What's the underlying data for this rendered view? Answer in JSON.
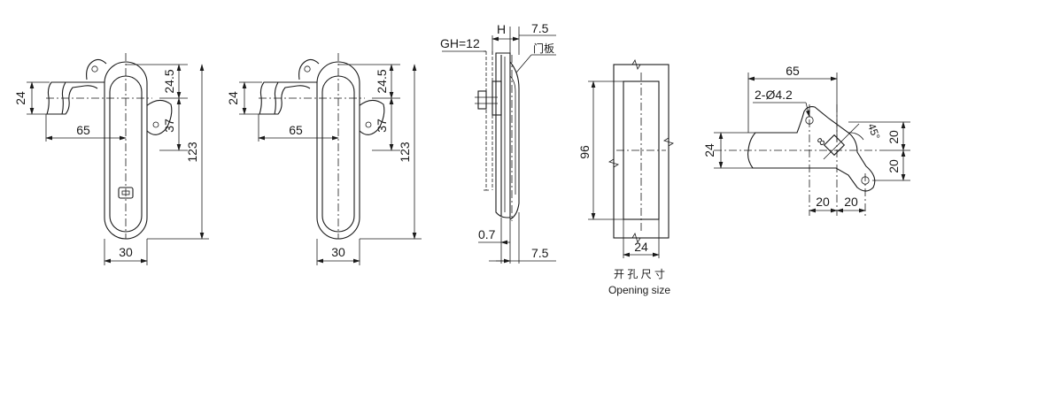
{
  "front_view": {
    "d_height": "24",
    "d_reach": "65",
    "d_top": "24.5",
    "d_hole": "37",
    "d_total": "123",
    "d_width": "30"
  },
  "front_view_2": {
    "d_height": "24",
    "d_reach": "65",
    "d_top": "24.5",
    "d_hole": "37",
    "d_total": "123",
    "d_width": "30"
  },
  "side_view": {
    "d_gh": "GH=12",
    "d_h": "H",
    "d_thickness_top": "7.5",
    "door_panel_label": "门板",
    "d_gap": "0.7",
    "d_thickness_bottom": "7.5"
  },
  "opening_view": {
    "d_height": "96",
    "d_width": "24",
    "caption_cn": "开 孔 尺 寸",
    "caption_en": "Opening size"
  },
  "cam_view": {
    "d_length": "65",
    "d_holes": "2-Ø4.2",
    "d_square": "8",
    "d_angle": "45°",
    "d_offset_top": "20",
    "d_offset_bottom": "20",
    "d_height": "24",
    "d_x1": "20",
    "d_x2": "20"
  }
}
